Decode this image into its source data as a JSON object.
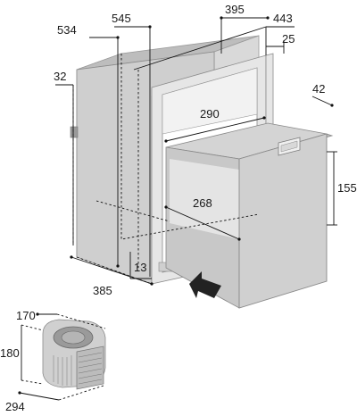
{
  "diagram": {
    "dimensions": {
      "width_top": "395",
      "depth_overall": "443",
      "frame_depth": "25",
      "height_overall": "545",
      "height_body": "534",
      "side_offset": "32",
      "door_thickness": "42",
      "drawer_width_rear": "290",
      "drawer_width_front": "268",
      "drawer_height": "155",
      "depth_body": "385",
      "flange": "13"
    },
    "compressor": {
      "width": "170",
      "height": "180",
      "depth": "294"
    }
  }
}
